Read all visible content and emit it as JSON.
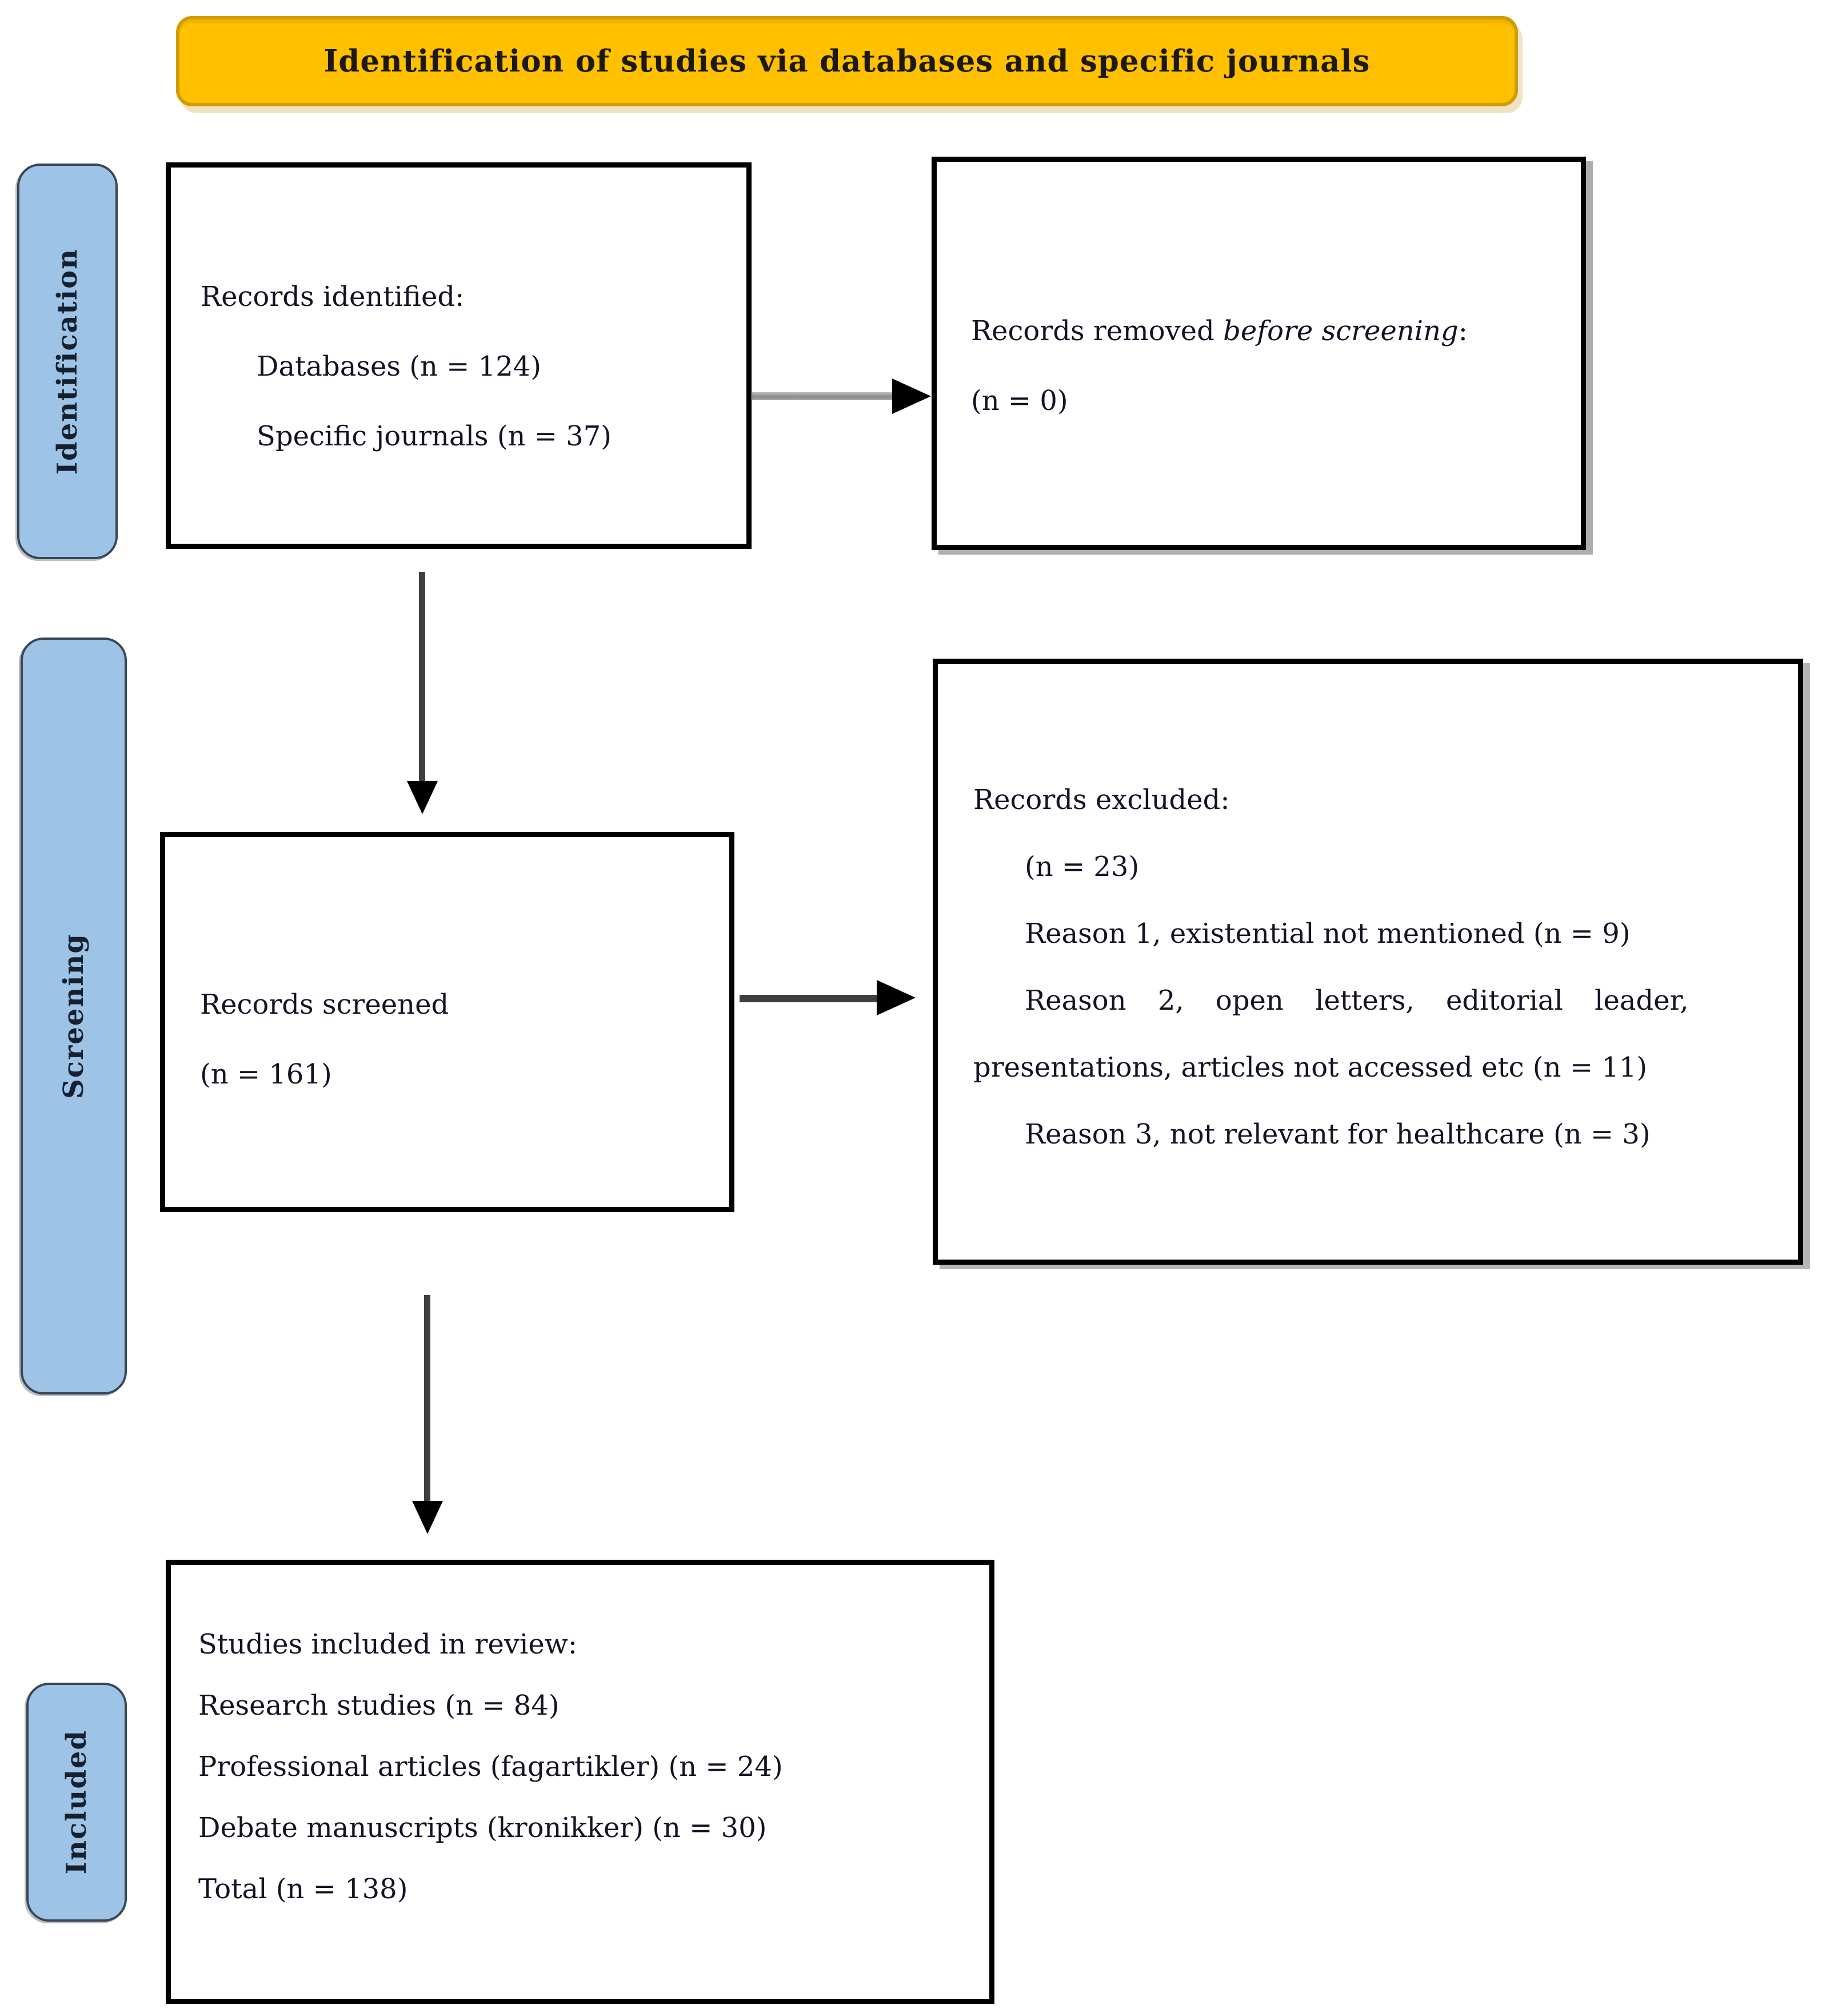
{
  "banner": {
    "title": "Identification of studies via databases and specific journals"
  },
  "sidebar": {
    "identification_label": "Identification",
    "screening_label": "Screening",
    "included_label": "Included"
  },
  "boxes": {
    "identified": {
      "title": "Records identified:",
      "items": [
        "Databases (n = 124)",
        "Specific journals (n = 37)"
      ]
    },
    "removed": {
      "prefix": "Records removed ",
      "emphasis": "before screening",
      "suffix": ":",
      "count": "(n = 0)"
    },
    "screened": {
      "title": "Records screened",
      "count": "(n = 161)"
    },
    "excluded": {
      "title": "Records excluded:",
      "count": "(n = 23)",
      "reason1": "Reason 1, existential not mentioned (n = 9)",
      "reason2_line1": "Reason 2, open letters, editorial leader,",
      "reason2_line2": "presentations, articles not accessed etc (n = 11)",
      "reason3": "Reason 3, not relevant for healthcare (n = 3)"
    },
    "included": {
      "title": "Studies included in review:",
      "lines": [
        "Research studies (n = 84)",
        "Professional articles (fagartikler) (n = 24)",
        "Debate manuscripts (kronikker) (n = 30)",
        "Total (n = 138)"
      ]
    }
  },
  "colors": {
    "banner_bg": "#FFC000",
    "banner_border": "#D09C00",
    "ribbon_bg": "#9DC3E6",
    "ribbon_border": "#3A4654",
    "box_border": "#000000",
    "text": "#131324",
    "arrow_shaft_light": "#A6A6A6",
    "arrow_shaft_dark": "#3F3F3F",
    "arrowhead": "#000000"
  }
}
